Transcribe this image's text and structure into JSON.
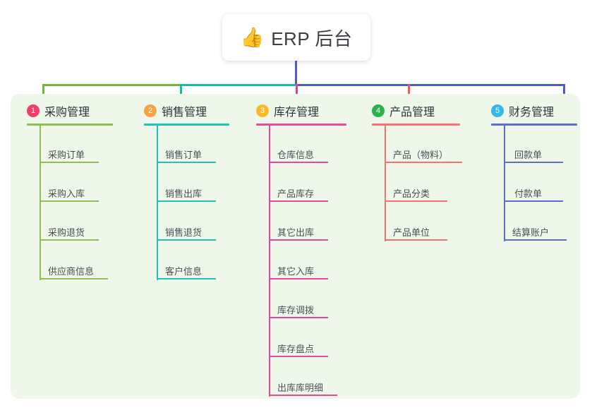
{
  "diagram": {
    "type": "mindmap",
    "root": {
      "icon": "thumbs-up-icon",
      "icon_glyph": "👍",
      "label": "ERP 后台"
    },
    "palette": {
      "panel_bg": "#eef7ea",
      "page_bg": "#ffffff",
      "root_text": "#3b3f45",
      "leaf_text": "#4a4f55",
      "connector_green": "#72b63c",
      "connector_teal": "#0dbfa8",
      "connector_blue": "#4a5fc1",
      "drop_pink": "#ed3e7e",
      "drop_red": "#f2595a",
      "root_stem": "#4a5fc1"
    },
    "branches": [
      {
        "index": "1",
        "title": "采购管理",
        "badge_color": "#f0406a",
        "line_color": "#8cc152",
        "items": [
          "采购订单",
          "采购入库",
          "采购退货",
          "供应商信息"
        ]
      },
      {
        "index": "2",
        "title": "销售管理",
        "badge_color": "#f5a345",
        "line_color": "#1ec4b6",
        "items": [
          "销售订单",
          "销售出库",
          "销售退货",
          "客户信息"
        ]
      },
      {
        "index": "3",
        "title": "库存管理",
        "badge_color": "#f6bb2c",
        "line_color": "#e8479a",
        "items": [
          "仓库信息",
          "产品库存",
          "其它出库",
          "其它入库",
          "库存调拨",
          "库存盘点",
          "出库库明细"
        ]
      },
      {
        "index": "4",
        "title": "产品管理",
        "badge_color": "#2bb24c",
        "line_color": "#f4726f",
        "items": [
          "产品（物料）",
          "产品分类",
          "产品单位"
        ]
      },
      {
        "index": "5",
        "title": "财务管理",
        "badge_color": "#35b7e8",
        "line_color": "#5a6fd0",
        "items": [
          "回款单",
          "付款单",
          "结算账户"
        ]
      }
    ]
  }
}
